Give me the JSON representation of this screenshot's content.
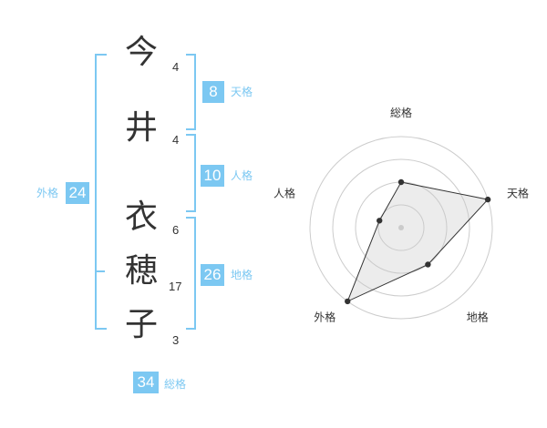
{
  "name": {
    "chars": [
      {
        "char": "今",
        "strokes": "4"
      },
      {
        "char": "井",
        "strokes": "4"
      },
      {
        "char": "衣",
        "strokes": "6"
      },
      {
        "char": "穂",
        "strokes": "17"
      },
      {
        "char": "子",
        "strokes": "3"
      }
    ]
  },
  "fortune": {
    "tenkaku": {
      "value": "8",
      "label": "天格"
    },
    "jinkaku": {
      "value": "10",
      "label": "人格"
    },
    "chikaku": {
      "value": "26",
      "label": "地格"
    },
    "gaikaku": {
      "value": "24",
      "label": "外格"
    },
    "soukaku": {
      "value": "34",
      "label": "総格"
    }
  },
  "colors": {
    "accent": "#7cc8f2",
    "text": "#333333",
    "grid": "#cccccc"
  },
  "chart_data": {
    "type": "radar",
    "axes": [
      "総格",
      "天格",
      "地格",
      "外格",
      "人格"
    ],
    "levels": 4,
    "values": [
      2,
      4,
      2,
      4,
      1
    ],
    "max": 4
  }
}
